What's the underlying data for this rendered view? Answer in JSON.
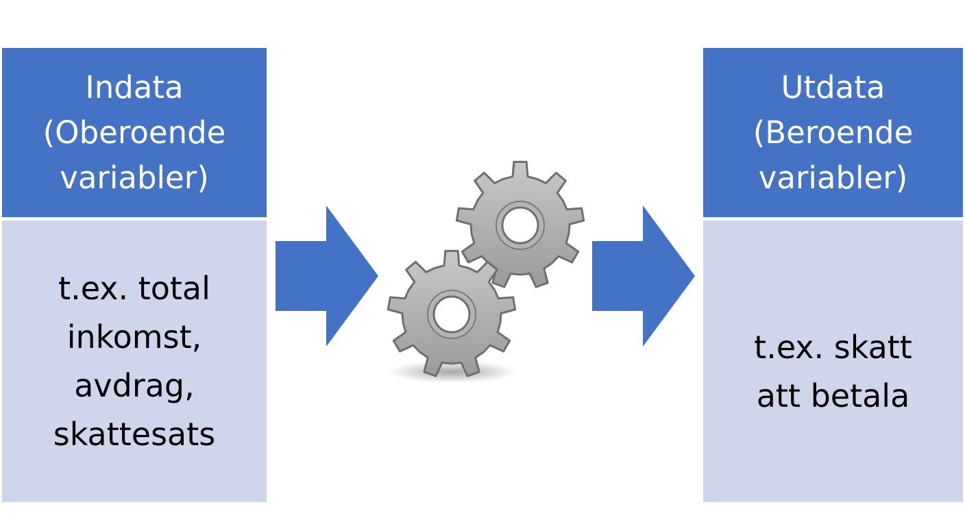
{
  "input_box": {
    "header_lines": [
      "Indata",
      "(Oberoende",
      "variabler)"
    ],
    "body_lines": [
      "t.ex. total",
      "inkomst,",
      "avdrag,",
      "skattesats"
    ]
  },
  "output_box": {
    "header_lines": [
      "Utdata",
      "(Beroende",
      "variabler)"
    ],
    "body_lines": [
      "t.ex. skatt",
      "att betala"
    ]
  },
  "icons": {
    "process": "gears-icon",
    "flow": "arrow-right-icon"
  },
  "colors": {
    "header_fill": "#4472c4",
    "body_fill": "#cfd5ea",
    "arrow_fill": "#4472c4",
    "gear_fill": "#a9a9a9"
  }
}
